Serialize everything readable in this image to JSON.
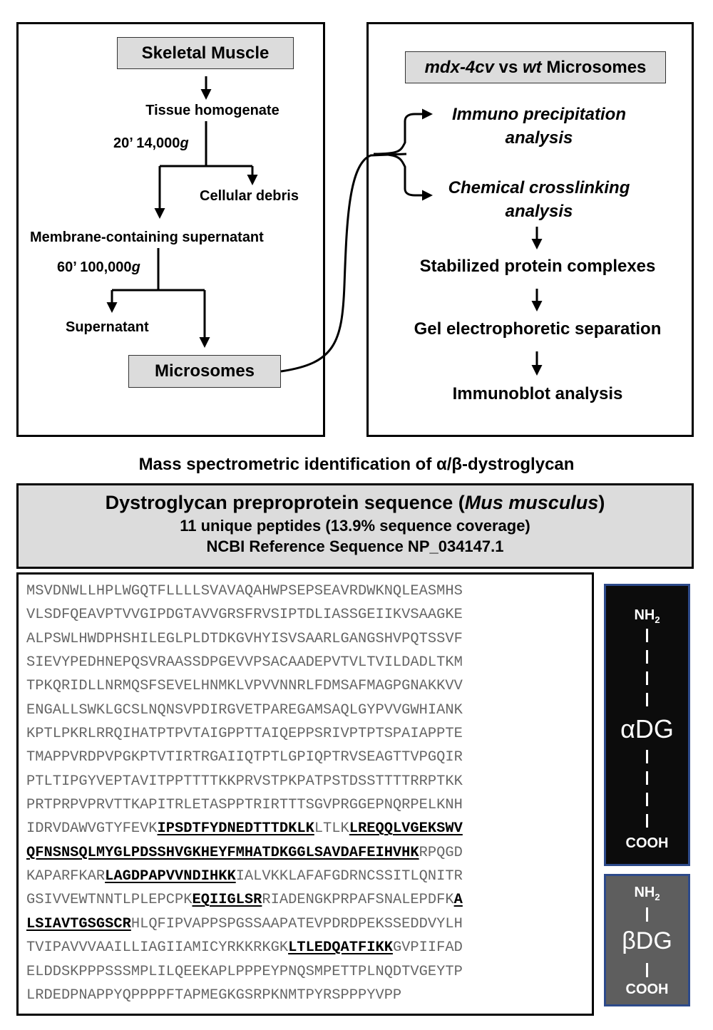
{
  "workflow_left": {
    "title": "Skeletal Muscle",
    "tissue": "Tissue homogenate",
    "spin1": "20’ 14,000",
    "g": "g",
    "debris": "Cellular debris",
    "supernatant_membrane": "Membrane-containing supernatant",
    "spin2": "60’ 100,000",
    "supernatant": "Supernatant",
    "microsomes": "Microsomes"
  },
  "workflow_right": {
    "title_mdx": "mdx-4cv",
    "title_vs": " vs ",
    "title_wt": "wt",
    "title_rest": " Microsomes",
    "immuno_line1": "Immuno precipitation",
    "immuno_line2": "analysis",
    "crosslink_line1": "Chemical crosslinking",
    "crosslink_line2": "analysis",
    "stabilized": "Stabilized protein complexes",
    "gel": "Gel electrophoretic separation",
    "immunoblot": "Immunoblot analysis"
  },
  "ms_heading": "Mass spectrometric identification of α/β-dystroglycan",
  "sequence_header": {
    "title_pre": "Dystroglycan preproprotein sequence (",
    "title_species": "Mus musculus",
    "title_post": ")",
    "peptides": "11 unique peptides (13.9% sequence coverage)",
    "ncbi": "NCBI Reference Sequence NP_034147.1"
  },
  "sequence_lines": [
    "MSVDNWLLHPLWGQTFLLLLSVAVAQAHWPSEPSEAVRDWKNQLEASMHS",
    "VLSDFQEAVPTVVGIPDGTAVVGRSFRVSIPTDLIASSGEIIKVSAAGKE",
    "ALPSWLHWDPHSHILEGLPLDTDKGVHYISVSAARLGANGSHVPQTSSVF",
    "SIEVYPEDHNEPQSVRAASSDPGEVVPSACAADEPVTVLTVILDADLTKM",
    "TPKQRIDLLNRMQSFSEVELHNMKLVPVVNNRLFDMSAFMAGPGNAKKVV",
    "ENGALLSWKLGCSLNQNSVPDIRGVETPAREGAMSAQLGYPVVGWHIANK",
    "KPTLPKRLRRQIHATPTPVTAIGPPTTAIQEPPSRIVPTPTSPAIAPPTE",
    "TMAPPVRDPVPGKPTVTIRTRGAIIQTPTLGPIQPTRVSEAGTTVPGQIR",
    "PTLTIPGYVEPTAVITPPTTTTKKPRVSTPKPATPSTDSSTTTTRRPTKK",
    "PRTPRPVPRVTTKAPITRLETASPPTRIRTTTSGVPRGGEPNQRPELKNH",
    "IDRVDAWVGTYFEVKIPSDTFYDNEDTTTDKLKLTLKLREQQLVGEKSWV",
    "QFNSNSQLMYGLPDSSHVGKHEYFMHATDKGGLSAVDAFEIHVHKRPQGD",
    "KAPARFKARLAGDPAPVVNDIHKKIALVKKLAFAFGDRNCSSITLQNITR",
    "GSIVVEWTNNTLPLEPCPKEQIIGLSRRIADENGKPRPAFSNALEPDFKA",
    "LSIAVTGSGSCRHLQFIPVAPPSPGSSAAPATEVPDRDPEKSSEDDVYLH",
    "TVIPAVVVAAILLIAGIIAMICYRKKRKGKLTLEDQATFIKKGVPIIFAD",
    "ELDDSKPPPSSSMPLILQEEKAPLPPPEYPNQSMPETTPLNQDTVGEYTP",
    "LRDEDPNAPPYQPPPPFTAPMEGKGSRPKNMTPYRSPPPYVPP"
  ],
  "peptides": [
    "IPSDTFYDNEDTTTDKLK",
    "LREQQLVGEKSWVQFNSNSQLMYGLPDSSHVGKHEYFMHATDKGGLSAVDAFEIHVHK",
    "LAGDPAPVVNDIHKK",
    "EQIIGLSR",
    "ALSIAVTGSGSCR",
    "LTLEDQATFIKK"
  ],
  "alpha_dg": {
    "nh2": "NH",
    "sub": "2",
    "label": "αDG",
    "cooh": "COOH",
    "bg": "#0c0c0c"
  },
  "beta_dg": {
    "nh2": "NH",
    "sub": "2",
    "label": "βDG",
    "cooh": "COOH",
    "bg": "#5e5e5e"
  },
  "colors": {
    "box_fill": "#dcdcdc",
    "sidebar_border": "#2d4a8a",
    "sequence_text": "#666666"
  }
}
